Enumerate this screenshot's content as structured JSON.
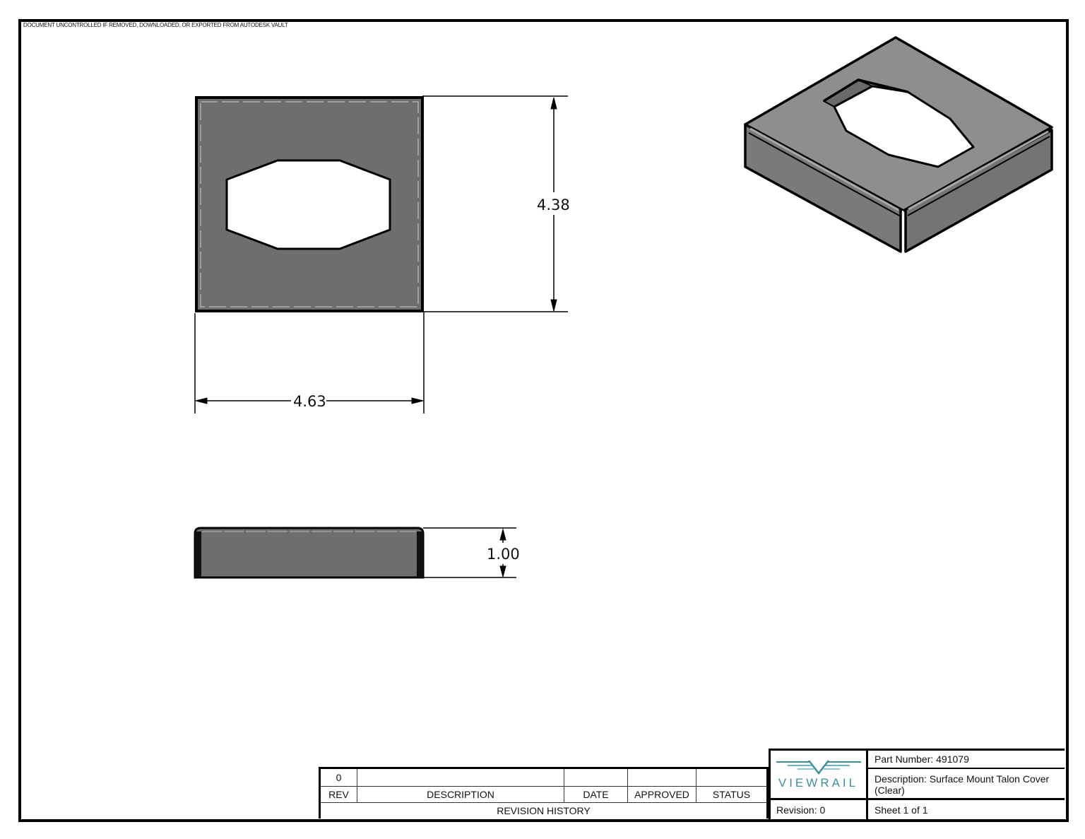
{
  "document": {
    "disclaimer": "DOCUMENT UNCONTROLLED IF REMOVED, DOWNLOADED, OR EXPORTED FROM AUTODESK VAULT"
  },
  "views": {
    "top_view": {
      "width_dim": "4.63",
      "height_dim": "4.38"
    },
    "side_view": {
      "height_dim": "1.00"
    },
    "iso_view": {}
  },
  "colors": {
    "part_fill": "#6e6e6e",
    "iso_top": "#8c8c8c",
    "iso_side": "#7a7a7a",
    "logo_teal": "#3e8e9c",
    "line": "#000000"
  },
  "revision_table": {
    "rows": [
      {
        "rev": "0",
        "description": "",
        "date": "",
        "approved": "",
        "status": ""
      }
    ],
    "headers": {
      "rev": "REV",
      "description": "DESCRIPTION",
      "date": "DATE",
      "approved": "APPROVED",
      "status": "STATUS"
    },
    "caption": "REVISION HISTORY"
  },
  "title_block": {
    "logo_text": "VIEWRAIL",
    "part_number": "Part Number: 491079",
    "description": "Description: Surface Mount Talon Cover (Clear)",
    "revision": "Revision: 0",
    "sheet": "Sheet 1 of 1"
  }
}
